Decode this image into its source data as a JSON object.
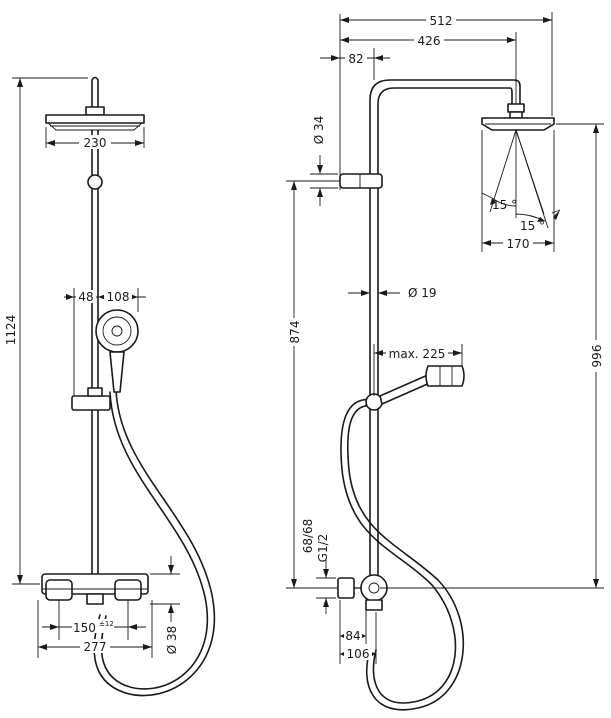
{
  "front_view": {
    "total_height": "1124",
    "head_width": "230",
    "offset_48": "48",
    "offset_108": "108",
    "mixer_centres_main": "150",
    "mixer_centres_tol": "±12",
    "mixer_width": "277",
    "mixer_diameter": "Ø 38"
  },
  "side_view": {
    "projection_512": "512",
    "projection_426": "426",
    "wall_82": "82",
    "bar_diameter_34": "Ø 34",
    "pipe_diameter_19": "Ø 19",
    "height_874": "874",
    "height_996": "996",
    "angle_left": "15 °",
    "angle_right": "15 °",
    "head_depth_170": "170",
    "handshower_reach": "max. 225",
    "inlet_68": "68/68",
    "thread": "G1/2",
    "depth_84": "84",
    "depth_106": "106"
  }
}
